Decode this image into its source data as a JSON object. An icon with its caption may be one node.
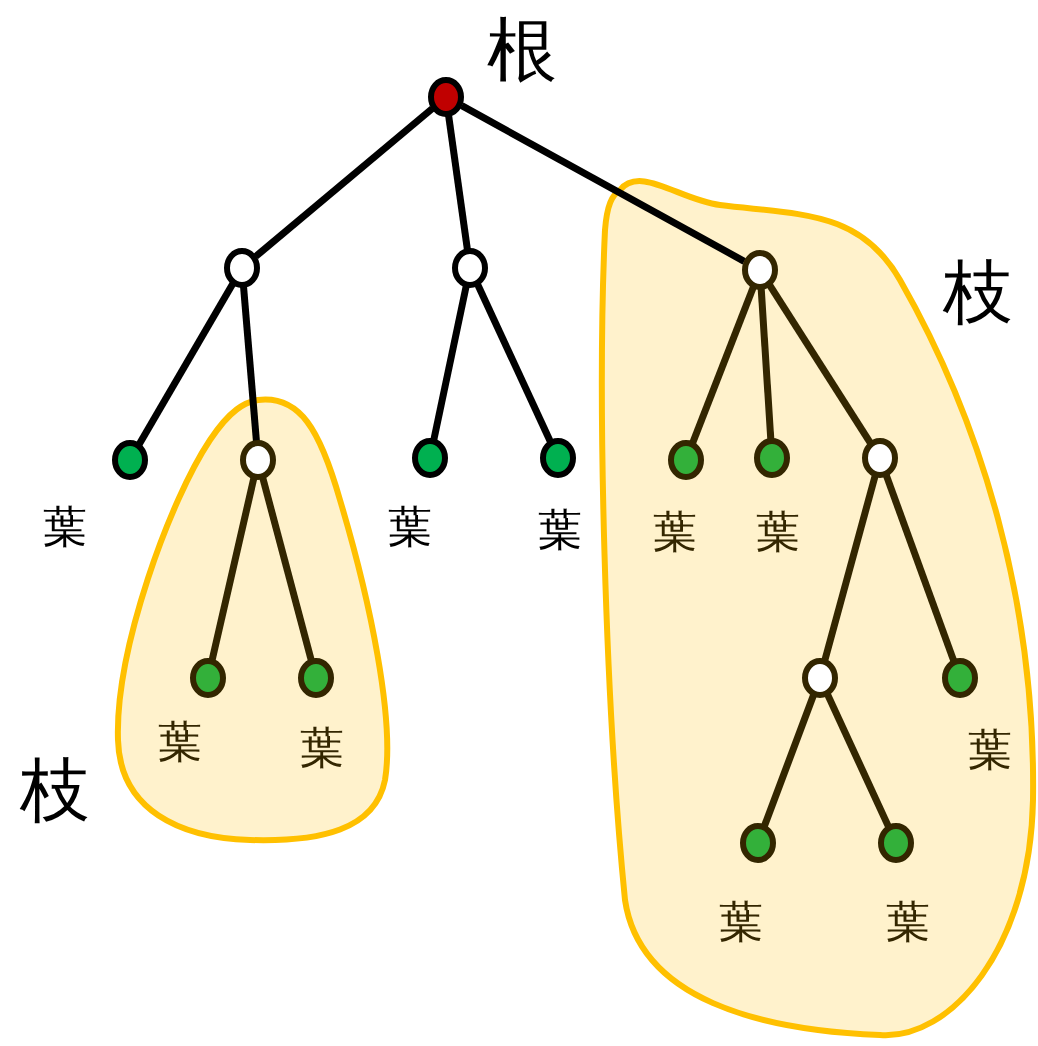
{
  "diagram": {
    "nodes": [
      {
        "text": [],
        "shape": "circle",
        "beside": [
          "根"
        ]
      },
      {
        "text": [],
        "shape": "circle"
      },
      {
        "text": [],
        "shape": "circle"
      },
      {
        "text": [
          "枝"
        ]
      },
      {
        "text": [],
        "shape": "circle",
        "in": 3
      },
      {
        "text": [],
        "shape": "circle",
        "beside": [
          "葉"
        ]
      },
      {
        "text": [
          "枝"
        ]
      },
      {
        "text": [],
        "shape": "circle",
        "in": 6
      },
      {
        "text": [],
        "shape": "circle",
        "beside": [
          "葉"
        ]
      },
      {
        "text": [],
        "shape": "circle",
        "beside": [
          "葉"
        ]
      },
      {
        "text": [],
        "shape": "circle",
        "in": 3,
        "beside": [
          "葉"
        ]
      },
      {
        "text": [],
        "shape": "circle",
        "in": 3,
        "beside": [
          "葉"
        ]
      },
      {
        "text": [],
        "shape": "circle",
        "in": 3
      },
      {
        "text": [],
        "shape": "circle",
        "in": 6,
        "beside": [
          "葉"
        ]
      },
      {
        "text": [],
        "shape": "circle",
        "in": 6,
        "beside": [
          "葉"
        ]
      },
      {
        "text": [],
        "shape": "circle",
        "in": 3
      },
      {
        "text": [],
        "shape": "circle",
        "in": 3,
        "beside": [
          "葉"
        ]
      },
      {
        "text": [],
        "shape": "circle",
        "in": 3,
        "beside": [
          "葉"
        ]
      },
      {
        "text": [],
        "shape": "circle",
        "in": 3,
        "beside": [
          "葉"
        ]
      }
    ],
    "edges": [
      {
        "from": 0,
        "to": 1,
        "arrow": "none"
      },
      {
        "from": 0,
        "to": 2,
        "arrow": "none"
      },
      {
        "from": 0,
        "to": 4,
        "arrow": "none"
      },
      {
        "from": 1,
        "to": 5,
        "arrow": "none"
      },
      {
        "from": 1,
        "to": 7,
        "arrow": "none"
      },
      {
        "from": 2,
        "to": 8,
        "arrow": "none"
      },
      {
        "from": 2,
        "to": 9,
        "arrow": "none"
      },
      {
        "from": 4,
        "to": 10,
        "arrow": "none",
        "color": "#332600"
      },
      {
        "from": 4,
        "to": 11,
        "arrow": "none",
        "color": "#332600"
      },
      {
        "from": 4,
        "to": 12,
        "arrow": "none",
        "color": "#332600"
      },
      {
        "from": 7,
        "to": 13,
        "arrow": "none",
        "color": "#332600"
      },
      {
        "from": 7,
        "to": 14,
        "arrow": "none",
        "color": "#332600"
      },
      {
        "from": 12,
        "to": 15,
        "arrow": "none",
        "color": "#332600"
      },
      {
        "from": 12,
        "to": 16,
        "arrow": "none",
        "color": "#332600"
      },
      {
        "from": 15,
        "to": 17,
        "arrow": "none",
        "color": "#332600"
      },
      {
        "from": 15,
        "to": 18,
        "arrow": "none",
        "color": "#332600"
      }
    ]
  }
}
